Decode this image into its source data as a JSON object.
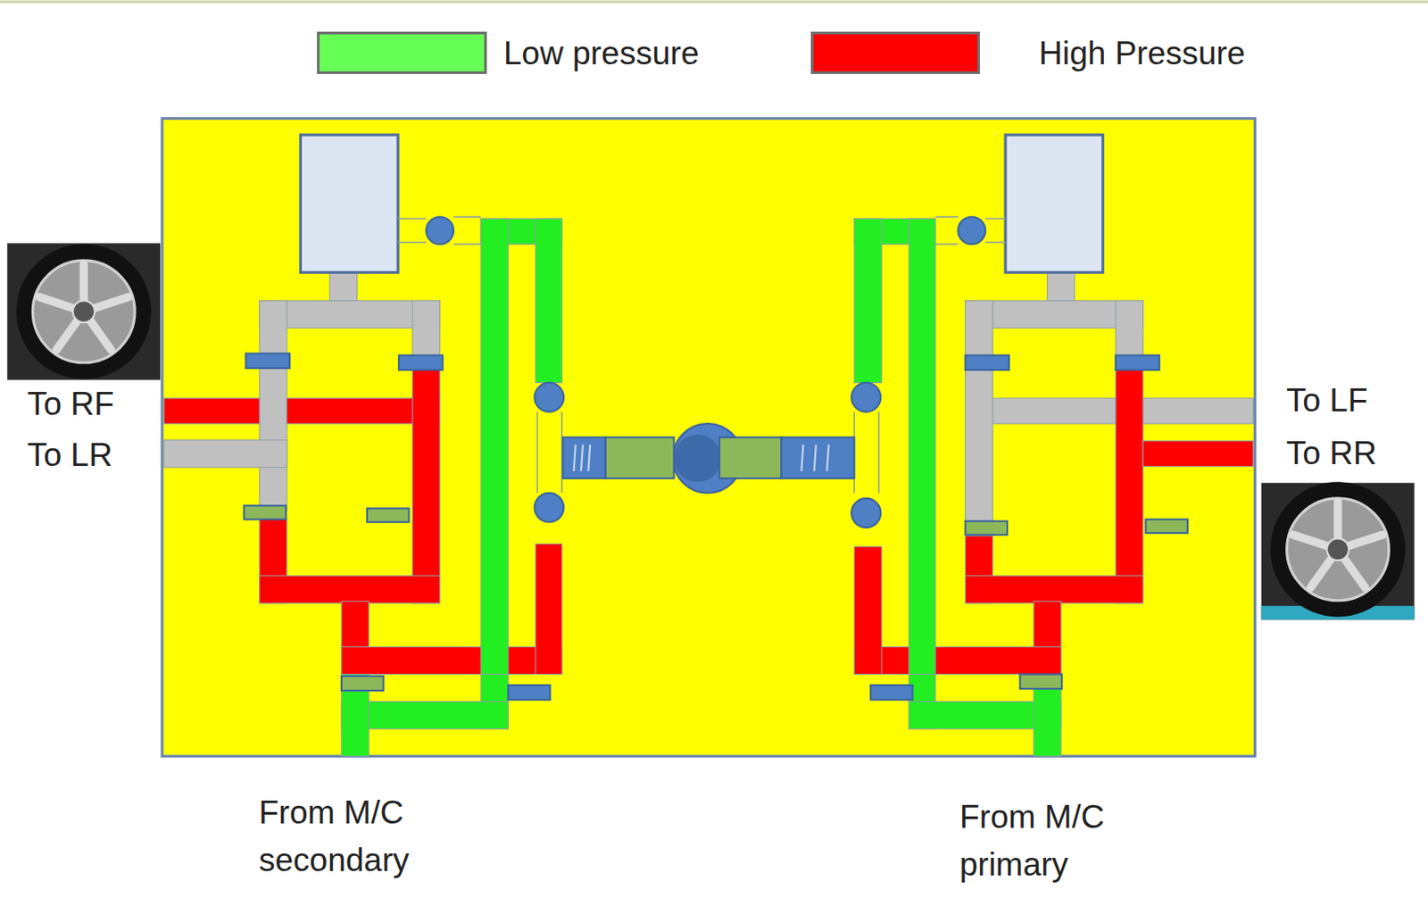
{
  "diagram": {
    "labels": [
      "To RF",
      "To LR",
      "To LF",
      "To RR",
      "From M/C secondary",
      "From M/C primary"
    ],
    "legend": [
      {
        "text": "Low pressure",
        "color": "#66ff55"
      },
      {
        "text": "High Pressure",
        "color": "#ff0000"
      }
    ]
  }
}
